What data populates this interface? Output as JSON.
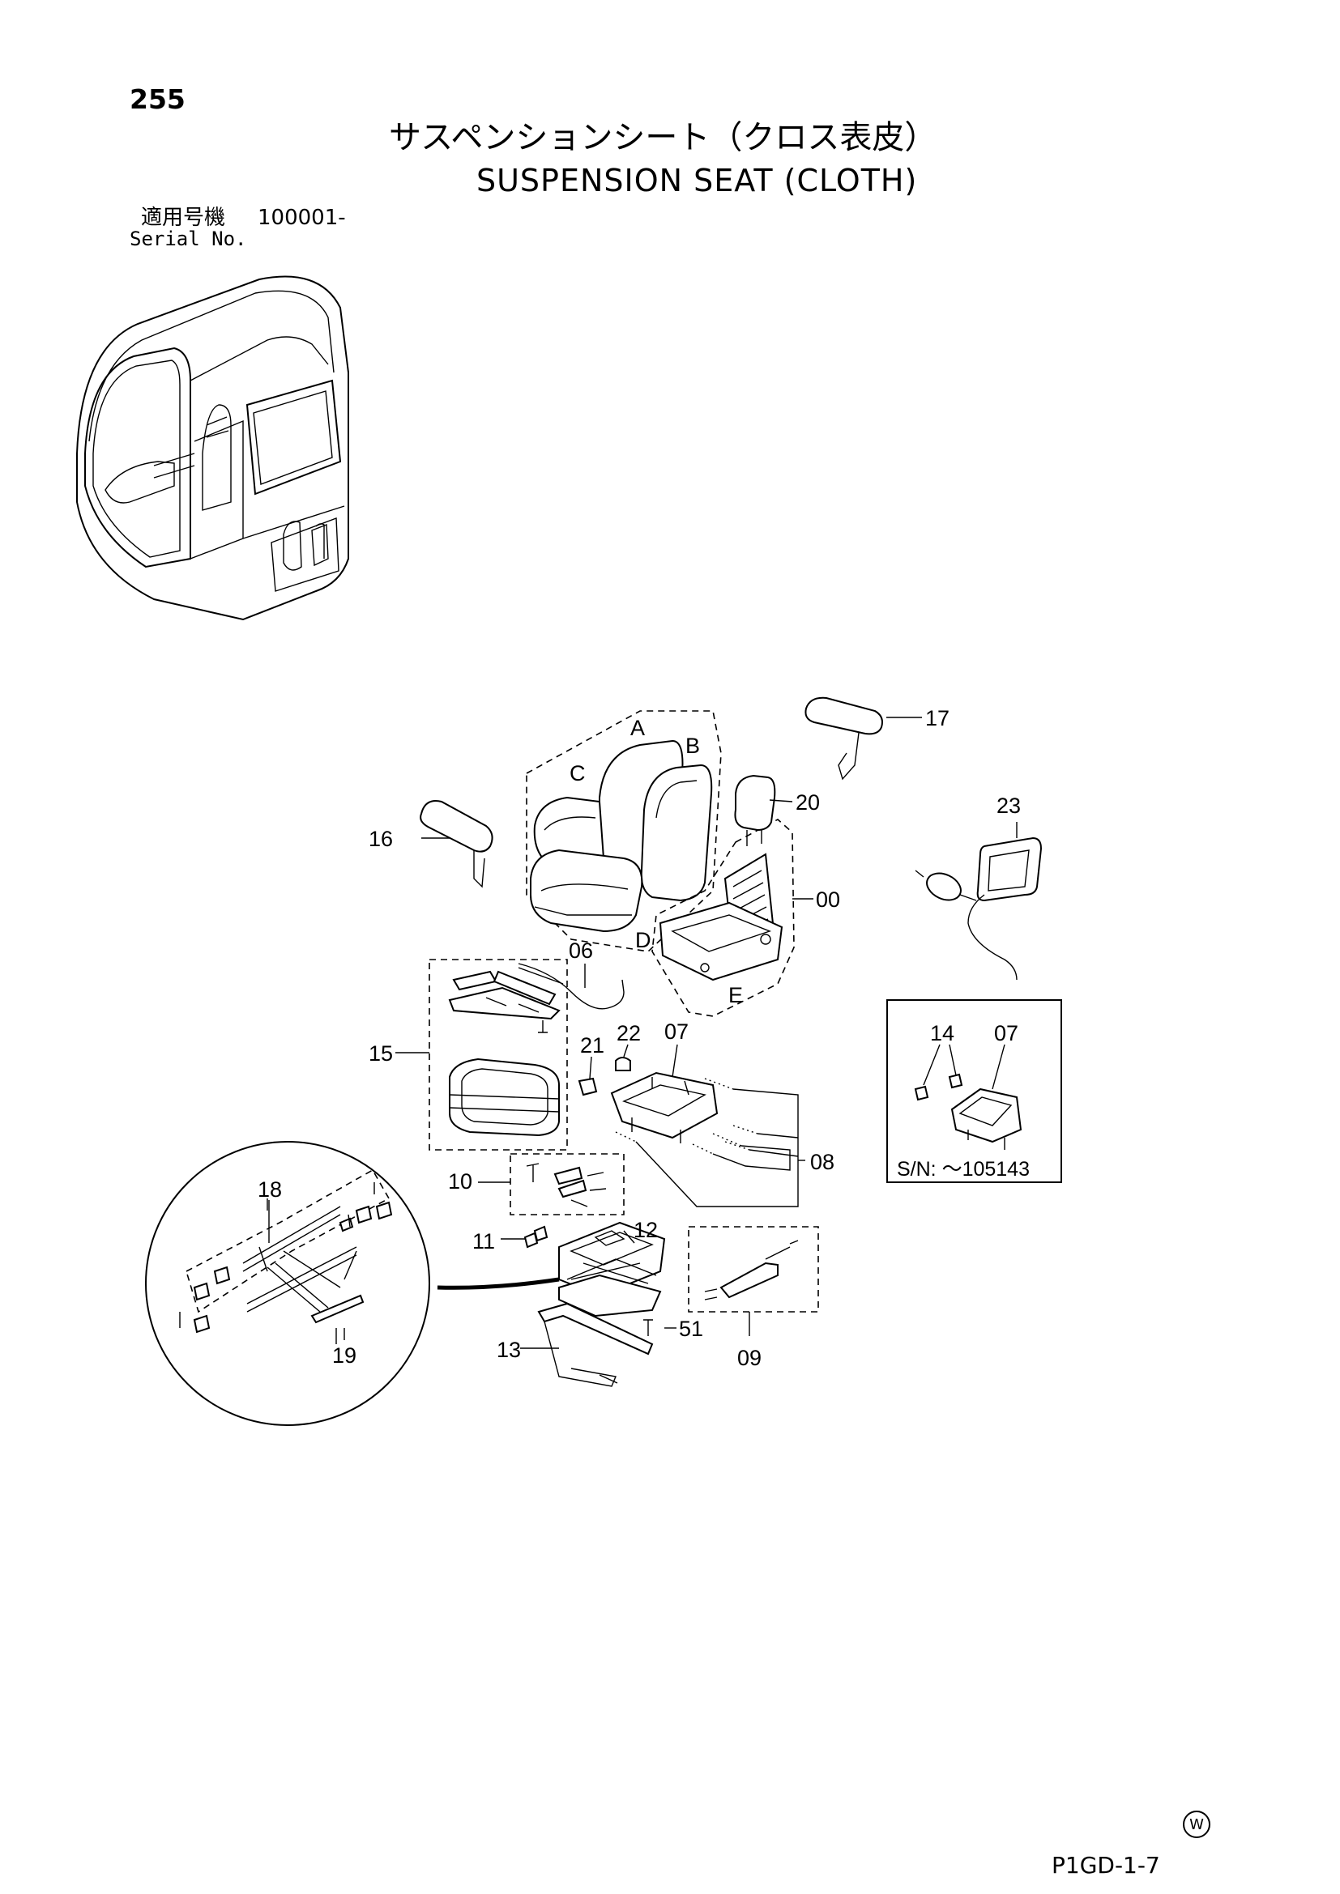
{
  "page": {
    "number": "255",
    "code": "P1GD-1-7",
    "mark": "W"
  },
  "title": {
    "jp": "サスペンションシート（クロス表皮）",
    "en": "SUSPENSION SEAT (CLOTH)"
  },
  "serial": {
    "label_jp": "適用号機",
    "value": "100001-",
    "label_en": "Serial No."
  },
  "callouts": {
    "p00": "00",
    "p06": "06",
    "p07": "07",
    "p08": "08",
    "p09": "09",
    "p10": "10",
    "p11": "11",
    "p12": "12",
    "p13": "13",
    "p14": "14",
    "p15": "15",
    "p16": "16",
    "p17": "17",
    "p18": "18",
    "p19": "19",
    "p20": "20",
    "p21": "21",
    "p22": "22",
    "p23": "23",
    "p51": "51",
    "inset_07": "07",
    "A": "A",
    "B": "B",
    "C": "C",
    "D": "D",
    "E": "E"
  },
  "inset": {
    "serial_note": "S/N: ～105143"
  },
  "cab_icon": "cab-01-icon"
}
